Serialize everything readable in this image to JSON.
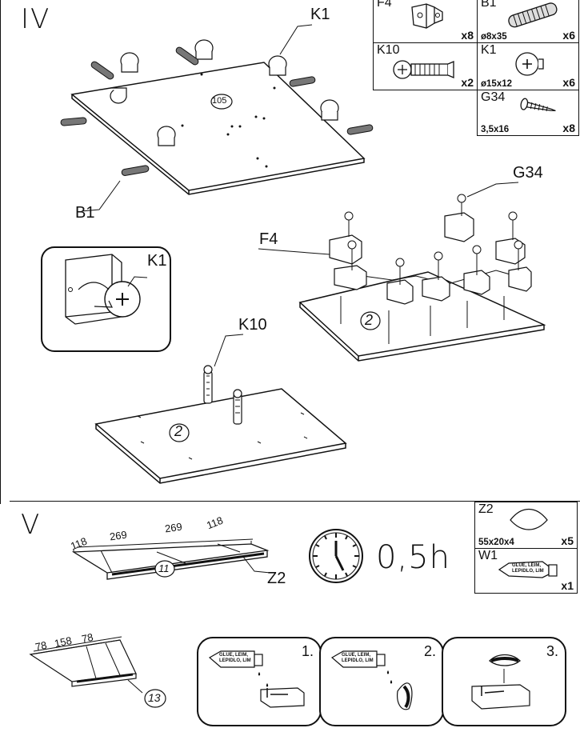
{
  "steps": {
    "iv": "IV",
    "v": "V"
  },
  "parts_iv": [
    {
      "code": "F4",
      "dim": "",
      "qty": "x8",
      "icon": "angle-bracket-icon"
    },
    {
      "code": "B1",
      "dim": "ø8x35",
      "qty": "x6",
      "icon": "wooden-dowel-icon"
    },
    {
      "code": "K10",
      "dim": "",
      "qty": "x2",
      "icon": "connector-bolt-icon"
    },
    {
      "code": "K1",
      "dim": "ø15x12",
      "qty": "x6",
      "icon": "cam-lock-icon"
    },
    {
      "code": "G34",
      "dim": "3,5x16",
      "qty": "x8",
      "icon": "screw-icon"
    }
  ],
  "parts_v": [
    {
      "code": "Z2",
      "dim": "55x20x4",
      "qty": "x5",
      "icon": "biscuit-icon"
    },
    {
      "code": "W1",
      "dim": "",
      "qty": "x1",
      "icon": "glue-tube-icon"
    }
  ],
  "callouts": {
    "k1_top": "K1",
    "b1": "B1",
    "f4": "F4",
    "g34": "G34",
    "k1_detail": "K1",
    "k10": "K10",
    "z2": "Z2"
  },
  "panel_ids": {
    "p105": "105",
    "p2a": "2",
    "p2b": "2",
    "p11": "11",
    "p13": "13"
  },
  "measurements_11": [
    "118",
    "269",
    "269",
    "118"
  ],
  "measurements_13": [
    "78",
    "158",
    "78"
  ],
  "time_estimate": "0,5h",
  "glue_text": "GLUE, LEIM, LEPIDLO, LIM",
  "glue_steps": [
    "1.",
    "2.",
    "3."
  ]
}
